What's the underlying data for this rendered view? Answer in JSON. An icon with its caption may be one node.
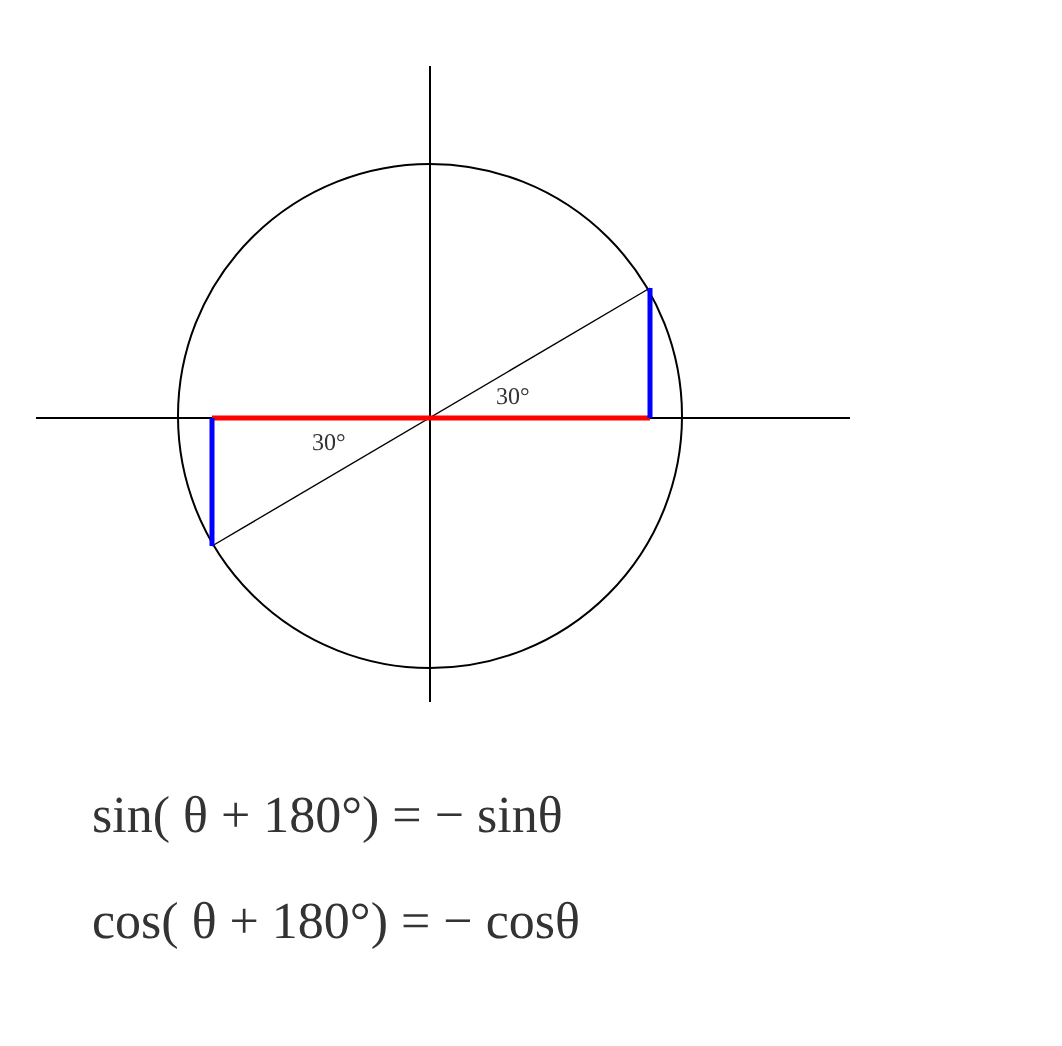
{
  "diagram": {
    "labels": [
      "30°",
      "30°",
      "sin( θ + 180°) = − sinθ",
      "cos( θ + 180°) = − cosθ"
    ]
  }
}
